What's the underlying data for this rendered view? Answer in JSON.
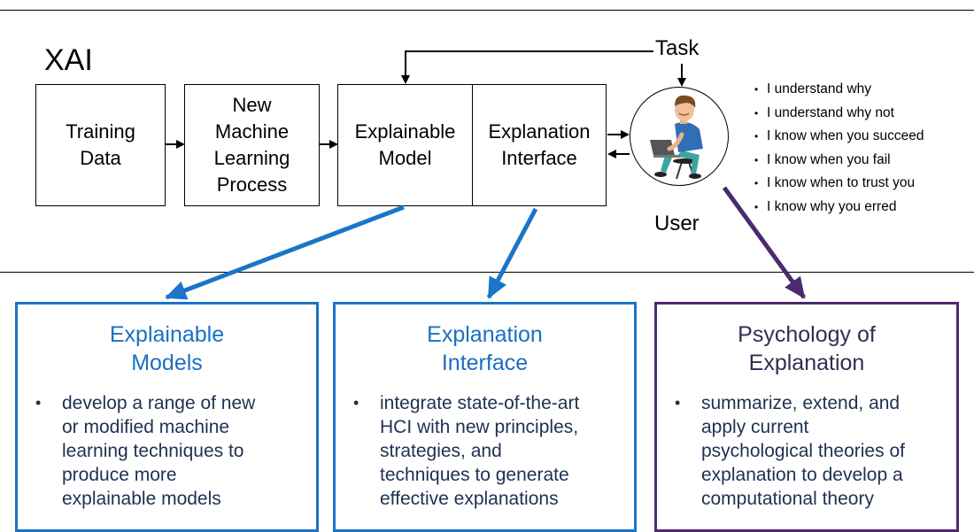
{
  "title": "XAI",
  "flow": {
    "training_data": "Training\nData",
    "ml_process": "New\nMachine\nLearning\nProcess",
    "explainable_model": "Explainable\nModel",
    "explanation_interface": "Explanation\nInterface"
  },
  "task_label": "Task",
  "user_label": "User",
  "user_statements": [
    "I understand why",
    "I understand why not",
    "I know when you succeed",
    "I know when you fail",
    "I know when to trust you",
    "I know why you erred"
  ],
  "panels": [
    {
      "title": "Explainable\nModels",
      "bullet": "•",
      "text": "develop a range of new\nor modified machine\nlearning techniques to\nproduce more\nexplainable models"
    },
    {
      "title": "Explanation\nInterface",
      "bullet": "•",
      "text": "integrate state-of-the-art\nHCI with new principles,\nstrategies, and\ntechniques to generate\neffective explanations"
    },
    {
      "title": "Psychology of\nExplanation",
      "bullet": "•",
      "text": "summarize, extend, and\napply current\npsychological theories of\nexplanation to develop a\ncomputational theory"
    }
  ],
  "colors": {
    "blue_border": "#1a75c8",
    "blue_arrow": "#1a75c8",
    "purple_border": "#4c2a6e",
    "purple_arrow": "#4c2a6e",
    "panel_text": "#1f3050"
  }
}
